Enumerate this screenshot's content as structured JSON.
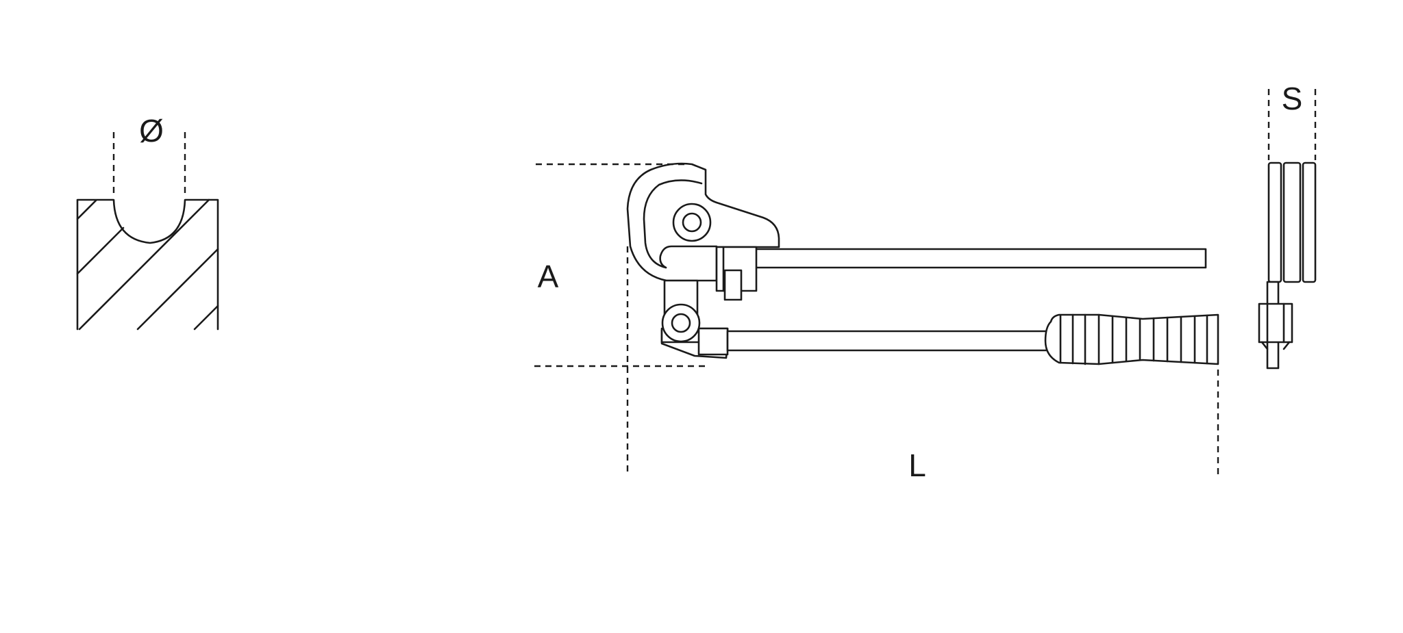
{
  "labels": {
    "diameter": "Ø",
    "height": "A",
    "length": "L",
    "width": "S"
  },
  "colors": {
    "stroke": "#1a1a1a",
    "background": "#ffffff"
  }
}
